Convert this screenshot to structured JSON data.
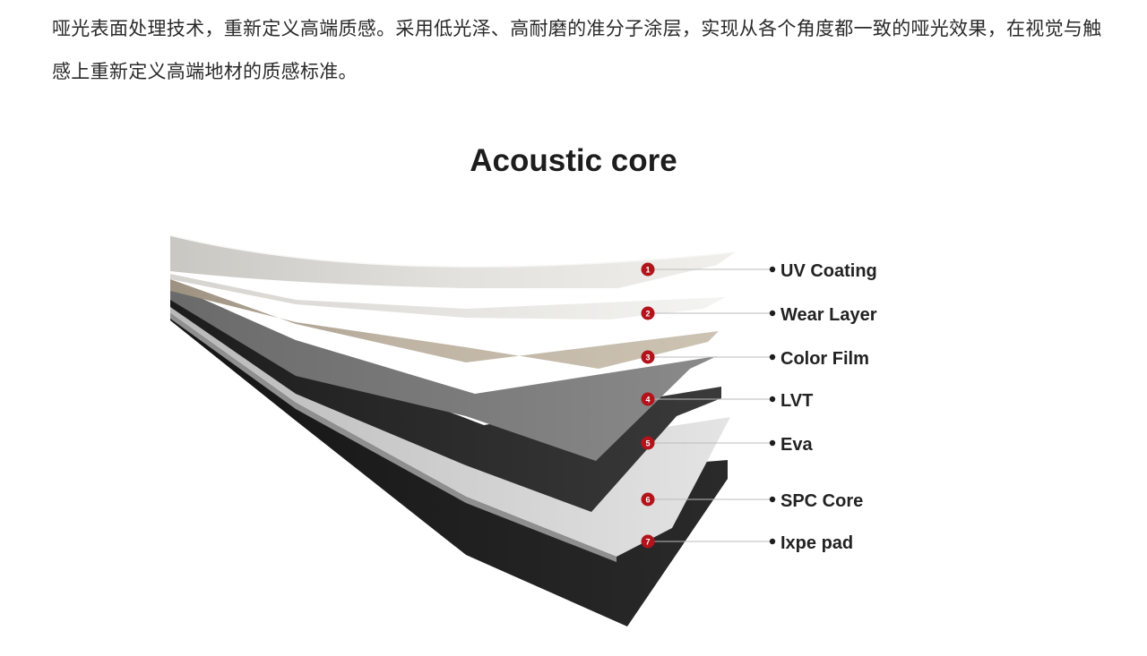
{
  "intro_text": "哑光表面处理技术，重新定义高端质感。采用低光泽、高耐磨的准分子涂层，实现从各个角度都一致的哑光效果，在视觉与触感上重新定义高端地材的质感标准。",
  "diagram": {
    "title": "Acoustic core",
    "layers": [
      {
        "num": "1",
        "label": "UV Coating"
      },
      {
        "num": "2",
        "label": "Wear Layer"
      },
      {
        "num": "3",
        "label": "Color Film"
      },
      {
        "num": "4",
        "label": "LVT"
      },
      {
        "num": "5",
        "label": "Eva"
      },
      {
        "num": "6",
        "label": "SPC Core"
      },
      {
        "num": "7",
        "label": "Ixpe pad"
      }
    ],
    "colors": {
      "marker": "#b3141c",
      "leader": "#bbbbbb"
    }
  }
}
